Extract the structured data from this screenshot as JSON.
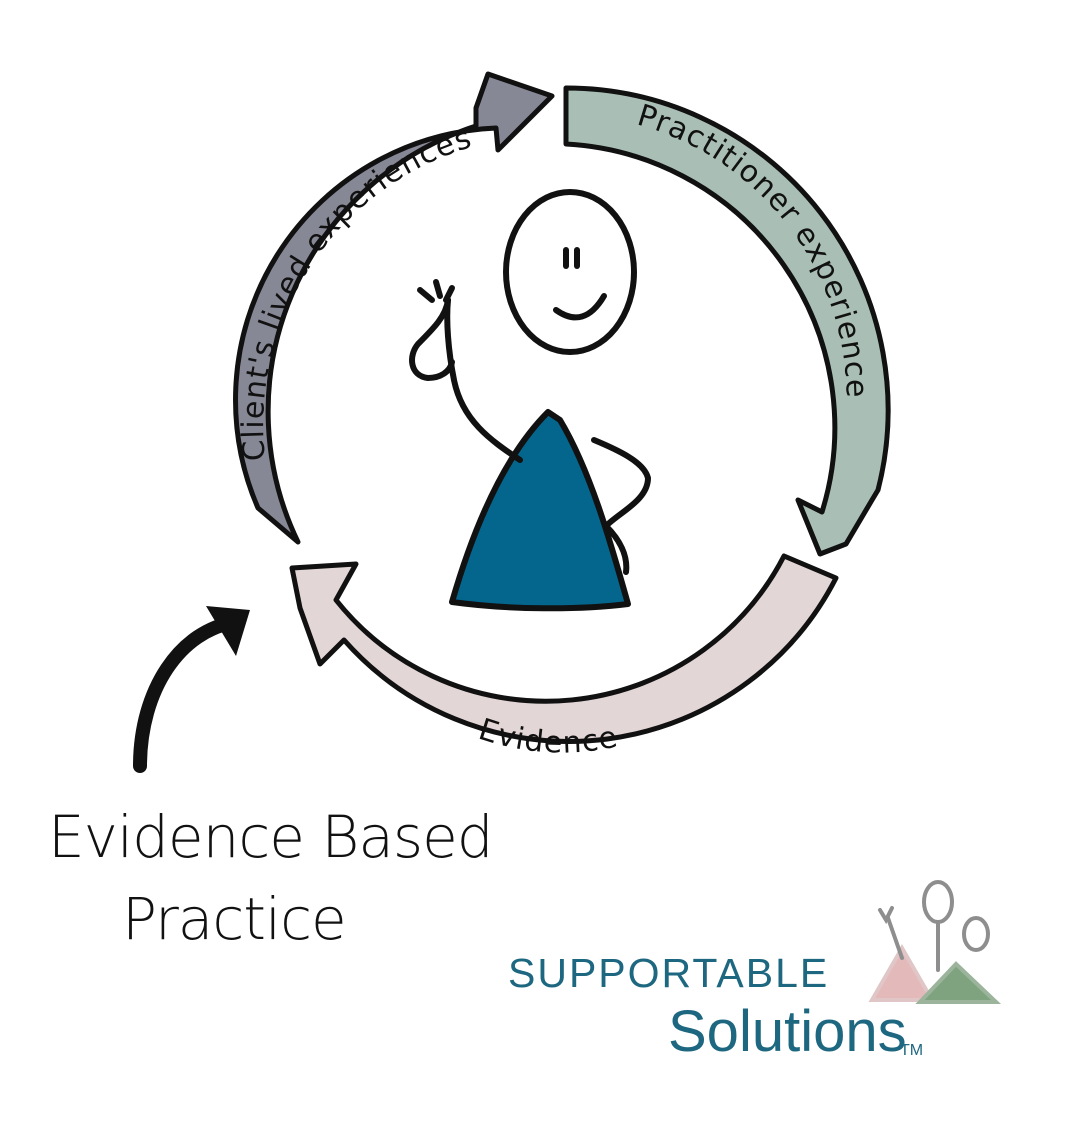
{
  "diagram": {
    "cycle": [
      {
        "id": "client",
        "label": "Client's lived experiences",
        "color": "#878896"
      },
      {
        "id": "practitioner",
        "label": "Practitioner experience",
        "color": "#a9bfb5"
      },
      {
        "id": "evidence",
        "label": "Evidence",
        "color": "#e3d6d6"
      }
    ],
    "figure_colors": {
      "body": "#05668d",
      "outline": "#111111"
    },
    "caption": {
      "line1": "Evidence Based",
      "line2": "Practice"
    }
  },
  "logo": {
    "top": "SUPPORTABLE",
    "bottom": "Solutions",
    "tm": "TM",
    "color": "#1d6780"
  }
}
